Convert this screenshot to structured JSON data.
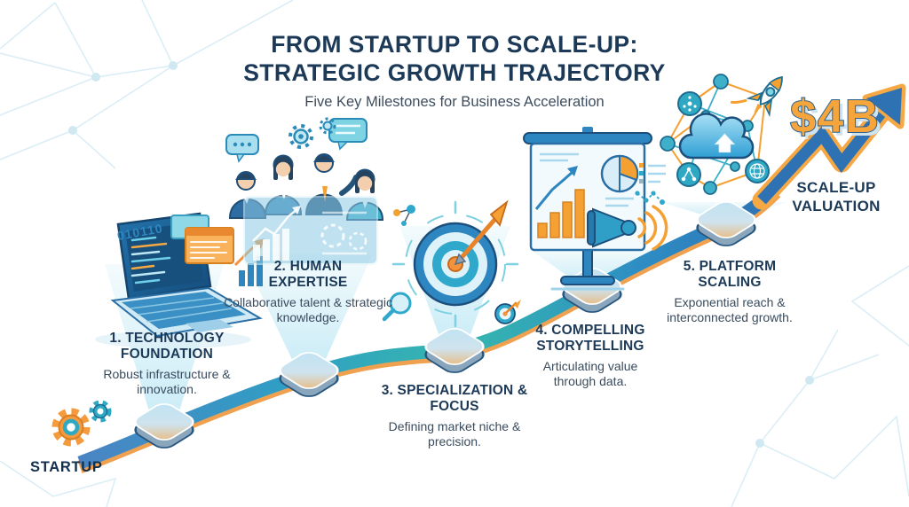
{
  "header": {
    "title": "FROM STARTUP TO SCALE-UP: STRATEGIC GROWTH TRAJECTORY",
    "subtitle": "Five Key Milestones for Business Acceleration"
  },
  "path": {
    "start_label": "STARTUP",
    "end_value": "$4B",
    "end_label": "SCALE-UP VALUATION"
  },
  "milestones": [
    {
      "id": 1,
      "title": "1. TECHNOLOGY FOUNDATION",
      "description": "Robust infrastructure & innovation.",
      "icon": "laptop-code-icon"
    },
    {
      "id": 2,
      "title": "2. HUMAN EXPERTISE",
      "description": "Collaborative talent & strategic knowledge.",
      "icon": "team-collaboration-icon"
    },
    {
      "id": 3,
      "title": "3. SPECIALIZATION & FOCUS",
      "description": "Defining market niche & precision.",
      "icon": "target-dart-icon"
    },
    {
      "id": 4,
      "title": "4. COMPELLING STORYTELLING",
      "description": "Articulating value through data.",
      "icon": "presentation-megaphone-icon"
    },
    {
      "id": 5,
      "title": "5. PLATFORM SCALING",
      "description": "Exponential reach & interconnected growth.",
      "icon": "network-cloud-rocket-icon"
    }
  ],
  "decor": {
    "laptop_screen_code": "010110",
    "startup_icon": "gears-icon",
    "trajectory_icon": "rising-arrow-icon"
  },
  "colors": {
    "navy": "#1c3a57",
    "path_blue": "#2e7fc0",
    "path_teal": "#35b5ae",
    "path_edge_orange": "#f0a14f",
    "accent_orange": "#f5a032",
    "light_beam": "#bfe9f4",
    "background_network": "#dbeef6"
  }
}
